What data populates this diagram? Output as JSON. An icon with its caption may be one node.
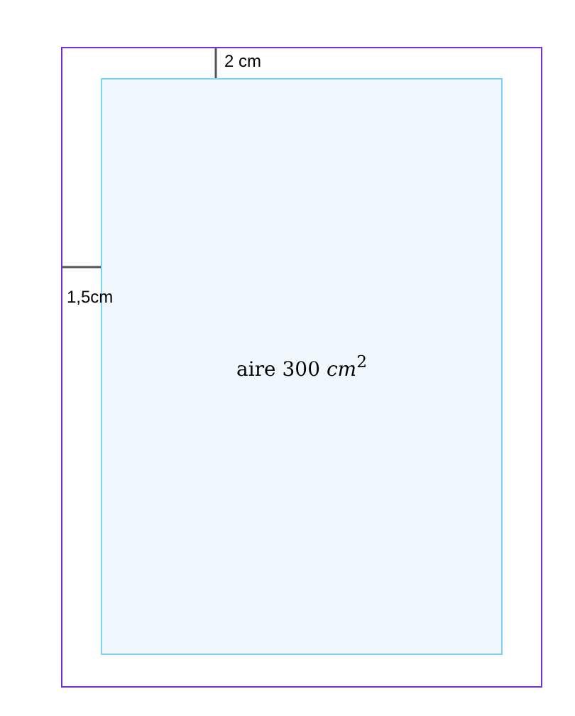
{
  "diagram": {
    "nodes": [
      {
        "text": [],
        "shape": "box"
      },
      {
        "text": [
          "aire 300 *cm*$^{2}$"
        ],
        "in": 0
      }
    ],
    "labels": [
      "2 cm",
      "1,5cm"
    ]
  }
}
